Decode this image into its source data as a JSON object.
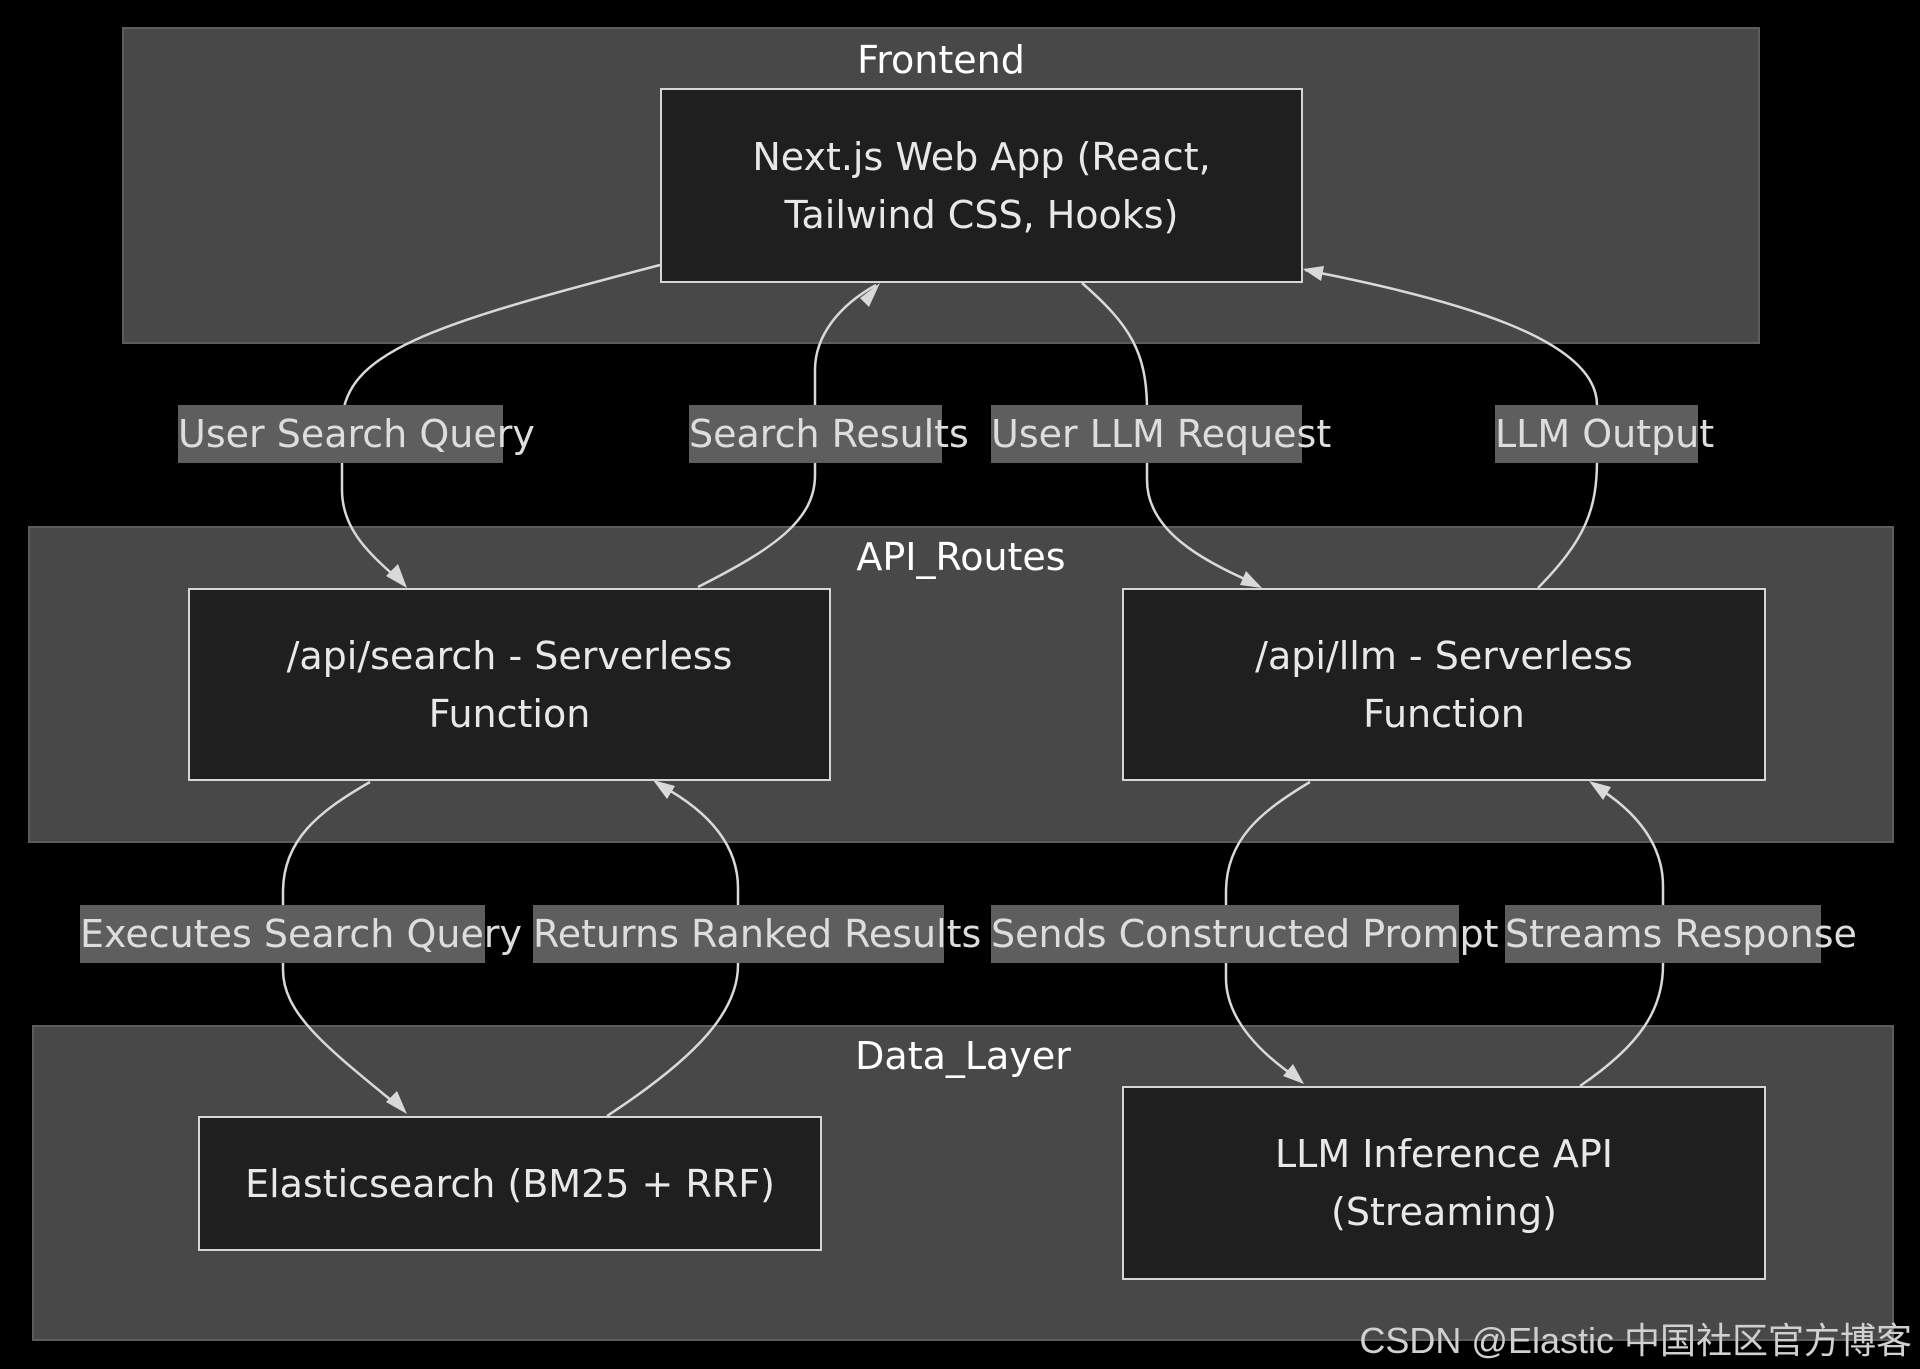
{
  "clusters": {
    "frontend": {
      "title": "Frontend"
    },
    "api_routes": {
      "title": "API_Routes"
    },
    "data_layer": {
      "title": "Data_Layer"
    }
  },
  "nodes": {
    "web_app": {
      "label": "Next.js Web App (React,\nTailwind CSS, Hooks)"
    },
    "api_search": {
      "label": "/api/search - Serverless\nFunction"
    },
    "api_llm": {
      "label": "/api/llm - Serverless\nFunction"
    },
    "elasticsearch": {
      "label": "Elasticsearch (BM25 + RRF)"
    },
    "llm_inference": {
      "label": "LLM Inference API\n(Streaming)"
    }
  },
  "edges": {
    "user_search_query": {
      "label": "User Search Query",
      "from": "web_app",
      "to": "api_search"
    },
    "search_results": {
      "label": "Search Results",
      "from": "api_search",
      "to": "web_app"
    },
    "user_llm_request": {
      "label": "User LLM Request",
      "from": "web_app",
      "to": "api_llm"
    },
    "llm_output": {
      "label": "LLM Output",
      "from": "api_llm",
      "to": "web_app"
    },
    "executes_search_query": {
      "label": "Executes Search Query",
      "from": "api_search",
      "to": "elasticsearch"
    },
    "returns_ranked_results": {
      "label": "Returns Ranked Results",
      "from": "elasticsearch",
      "to": "api_search"
    },
    "sends_constructed_prompt": {
      "label": "Sends Constructed Prompt",
      "from": "api_llm",
      "to": "llm_inference"
    },
    "streams_response": {
      "label": "Streams Response",
      "from": "llm_inference",
      "to": "api_llm"
    }
  },
  "watermark": "CSDN @Elastic 中国社区官方博客",
  "colors": {
    "background": "#000000",
    "cluster_fill": "#484848",
    "node_fill": "#1f1f1f",
    "node_border": "#d6d6d6",
    "edge_stroke": "#d9d9d9",
    "edge_label_fill": "#5e5e5e"
  }
}
